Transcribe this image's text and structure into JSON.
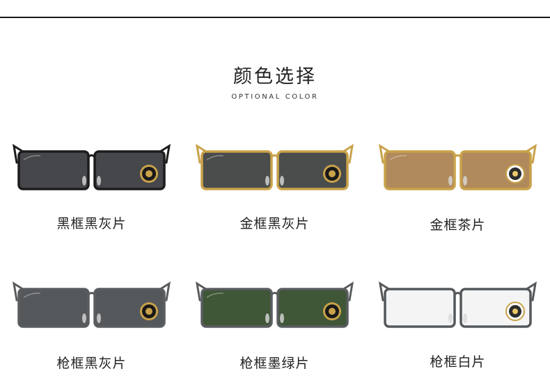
{
  "header": {
    "title": "颜色选择",
    "subtitle": "OPTIONAL COLOR"
  },
  "options": [
    {
      "label": "黑框黑灰片",
      "frame_color": "#1c1c1c",
      "lens_color": "#45474a",
      "badge": "seal"
    },
    {
      "label": "金框黑灰片",
      "frame_color": "#c9a24a",
      "lens_color": "#4a4d4c",
      "badge": "seal"
    },
    {
      "label": "金框茶片",
      "frame_color": "#c9a24a",
      "lens_color": "#b08a5d",
      "badge": "uv"
    },
    {
      "label": "枪框黑灰片",
      "frame_color": "#5a5d60",
      "lens_color": "#55585b",
      "badge": "seal"
    },
    {
      "label": "枪框墨绿片",
      "frame_color": "#5a5d60",
      "lens_color": "#3f5637",
      "badge": "seal"
    },
    {
      "label": "枪框白片",
      "frame_color": "#55585b",
      "lens_color": "#f4f4f4",
      "badge": "uv"
    }
  ]
}
